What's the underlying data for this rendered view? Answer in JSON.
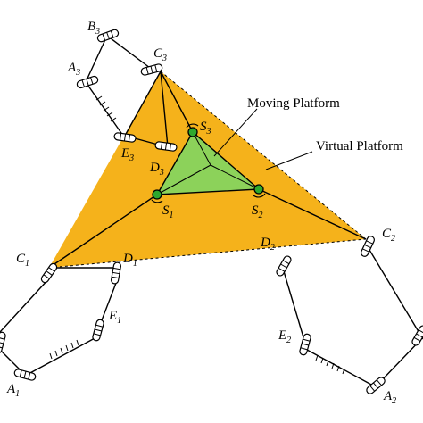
{
  "labels": {
    "moving_platform": "Moving Platform",
    "virtual_platform": "Virtual Platform",
    "B3": {
      "base": "B",
      "sub": "3"
    },
    "C3": {
      "base": "C",
      "sub": "3"
    },
    "A3": {
      "base": "A",
      "sub": "3"
    },
    "E3": {
      "base": "E",
      "sub": "3"
    },
    "D3": {
      "base": "D",
      "sub": "3"
    },
    "S3": {
      "base": "S",
      "sub": "3"
    },
    "S1": {
      "base": "S",
      "sub": "1"
    },
    "S2": {
      "base": "S",
      "sub": "2"
    },
    "C1": {
      "base": "C",
      "sub": "1"
    },
    "D1": {
      "base": "D",
      "sub": "1"
    },
    "E1": {
      "base": "E",
      "sub": "1"
    },
    "A1": {
      "base": "A",
      "sub": "1"
    },
    "C2": {
      "base": "C",
      "sub": "2"
    },
    "D2": {
      "base": "D",
      "sub": "2"
    },
    "E2": {
      "base": "E",
      "sub": "2"
    },
    "A2": {
      "base": "A",
      "sub": "2"
    }
  },
  "colors": {
    "virtual_platform_fill": "#F5B21B",
    "moving_platform_fill": "#8CD25A",
    "joint_fill": "#2EA82E",
    "line": "#000000"
  }
}
